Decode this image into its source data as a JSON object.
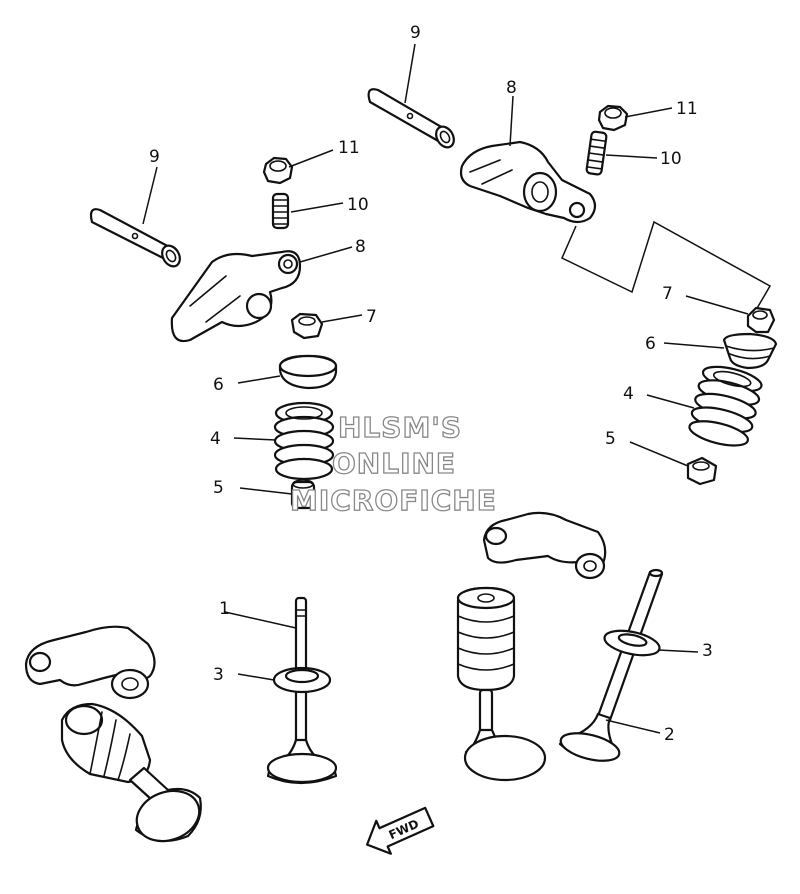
{
  "callouts": {
    "c1": "1",
    "c2": "2",
    "c3a": "3",
    "c3b": "3",
    "c4a": "4",
    "c4b": "4",
    "c5a": "5",
    "c5b": "5",
    "c6a": "6",
    "c6b": "6",
    "c7a": "7",
    "c7b": "7",
    "c8a": "8",
    "c8b": "8",
    "c9a": "9",
    "c9b": "9",
    "c10a": "10",
    "c10b": "10",
    "c11a": "11",
    "c11b": "11"
  },
  "watermark": {
    "line1": "HLSM'S",
    "line2": "ONLINE",
    "line3": "MICROFICHE"
  },
  "direction_arrow": {
    "label": "FWD"
  },
  "colors": {
    "line": "#111111",
    "watermark_outline": "#888888",
    "background": "#ffffff"
  }
}
